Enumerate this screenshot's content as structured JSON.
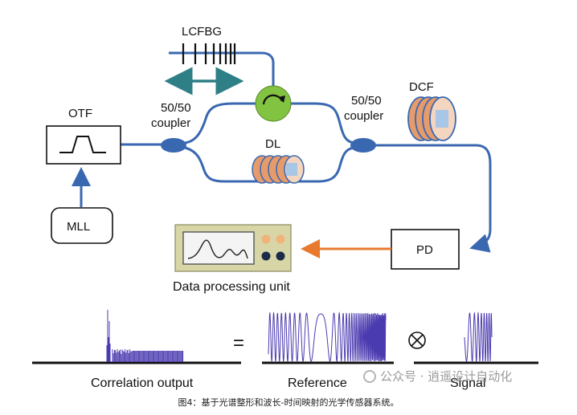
{
  "labels": {
    "lcfbg": "LCFBG",
    "otf": "OTF",
    "mll": "MLL",
    "coupler1": [
      "50/50",
      "coupler"
    ],
    "coupler2": [
      "50/50",
      "coupler"
    ],
    "dl": "DL",
    "dcf": "DCF",
    "pd": "PD",
    "dpu": "Data processing unit",
    "equals": "=",
    "otimes": "⊗",
    "corr": "Correlation output",
    "ref": "Reference",
    "sig": "Signal"
  },
  "caption": "图4：基于光谱整形和波长-时间映射的光学传感器系统。",
  "watermark": "公众号 · 逍遥设计自动化",
  "colors": {
    "fiber": "#3a68b0",
    "arrow": "#2e7f86",
    "orange": "#e77a2e",
    "circulator": "#82c341",
    "spool_edge": "#e59b6c",
    "spool_inner": "#a8c6e6",
    "dpu_body": "#d8d6a6",
    "waveform": "#4b3bb0"
  },
  "icons": [
    "circulator-arrow-icon",
    "otimes-icon"
  ]
}
